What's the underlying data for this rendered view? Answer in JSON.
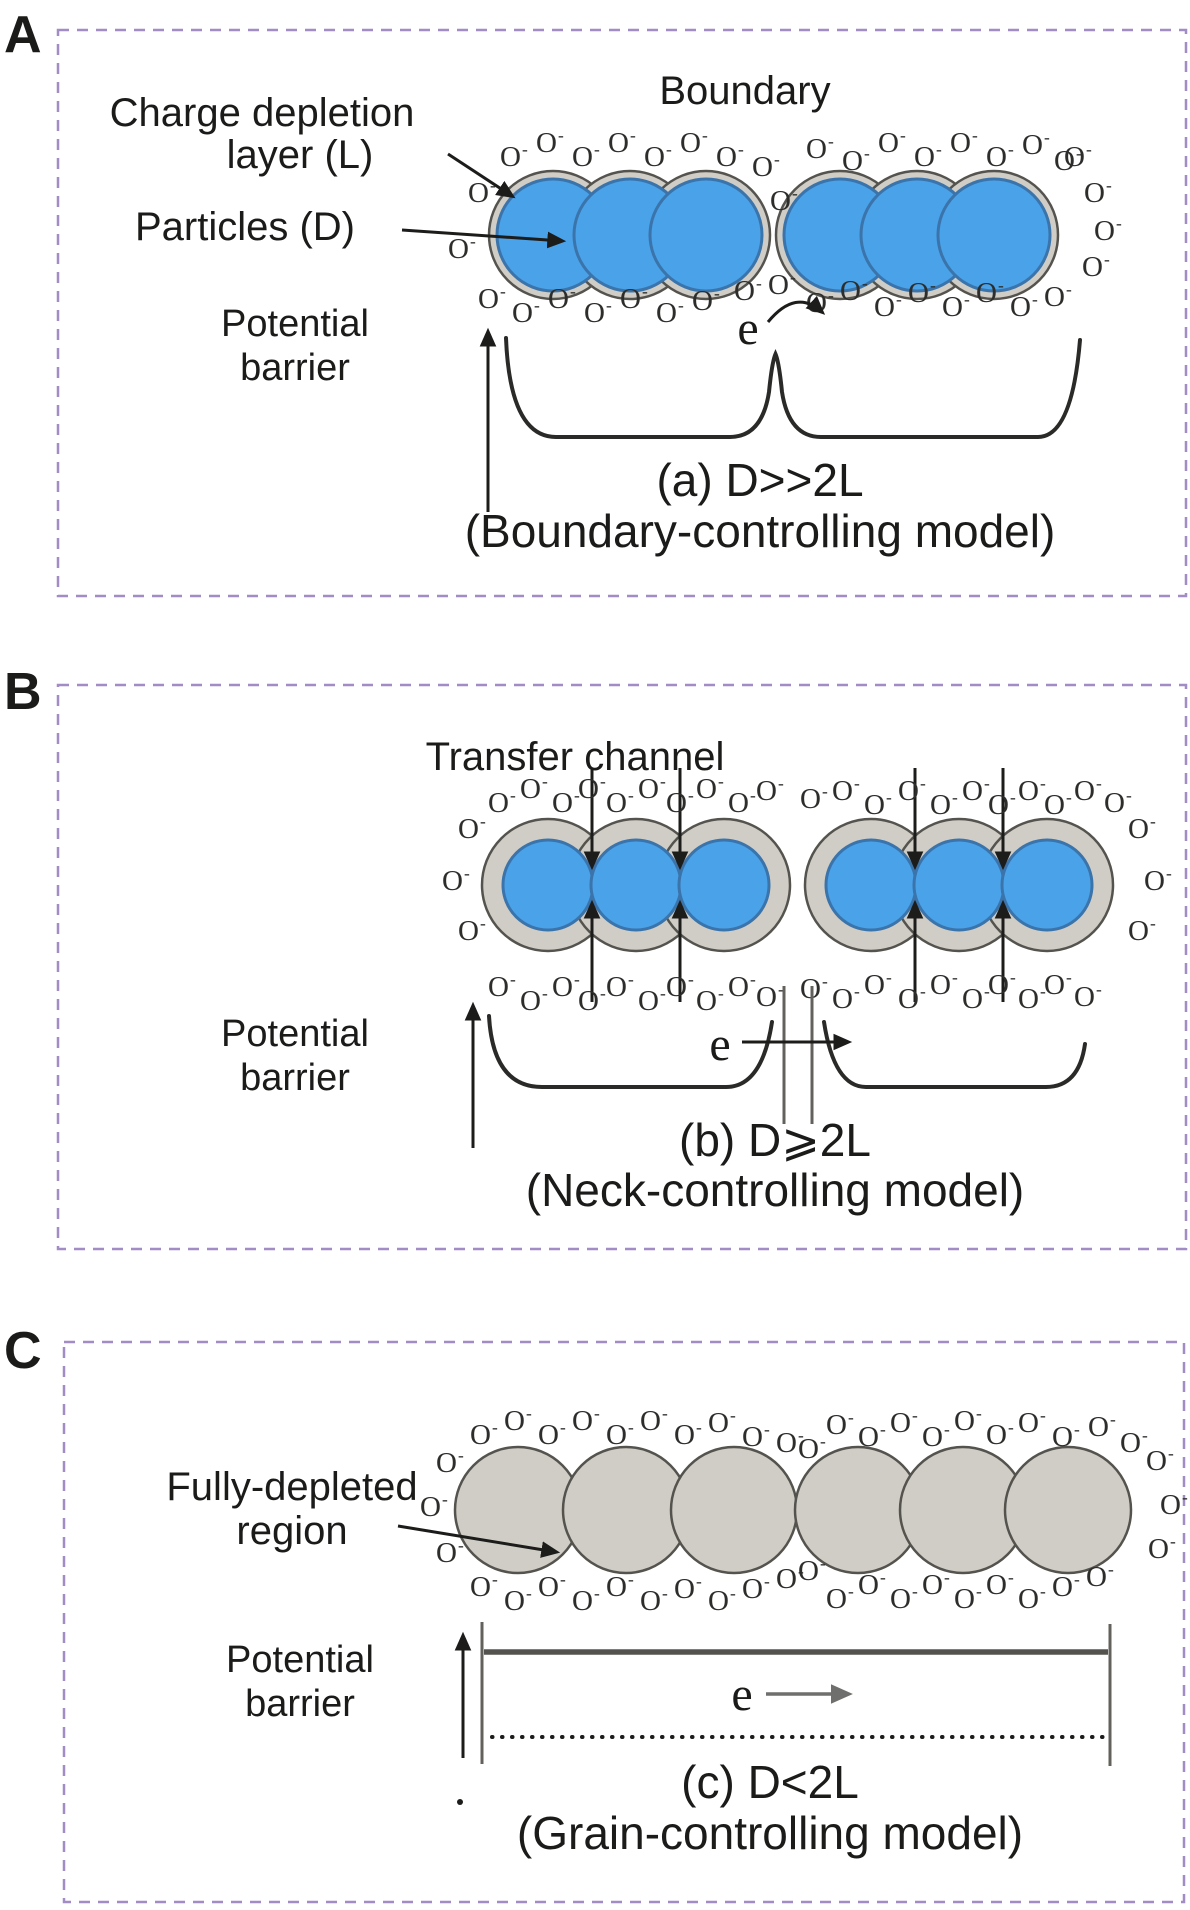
{
  "figure": {
    "panel_a": {
      "label": "A",
      "title": "Boundary",
      "depletion_layer_label_line1": "Charge depletion",
      "depletion_layer_label_line2": "layer (L)",
      "particles_label": "Particles (D)",
      "potential_label_line1": "Potential",
      "potential_label_line2": "barrier",
      "electron_label": "e",
      "caption_line1": "(a) D>>2L",
      "caption_line2": "(Boundary-controlling model)"
    },
    "panel_b": {
      "label": "B",
      "title": "Transfer channel",
      "potential_label_line1": "Potential",
      "potential_label_line2": "barrier",
      "electron_label": "e",
      "caption_line1": "(b) D⩾2L",
      "caption_line2": "(Neck-controlling model)"
    },
    "panel_c": {
      "label": "C",
      "depleted_region_label_line1": "Fully-depleted",
      "depleted_region_label_line2": "region",
      "potential_label_line1": "Potential",
      "potential_label_line2": "barrier",
      "electron_label": "e",
      "caption_line1": "(c) D<2L",
      "caption_line2": "(Grain-controlling model)"
    },
    "ion_symbol": "O⁻",
    "colors": {
      "particle_blue": "#4aa2e9",
      "depletion_gray": "#d0cdc6",
      "outline_dark": "#55534e",
      "frame_purple": "#a18cc6",
      "background": "#ffffff"
    }
  }
}
